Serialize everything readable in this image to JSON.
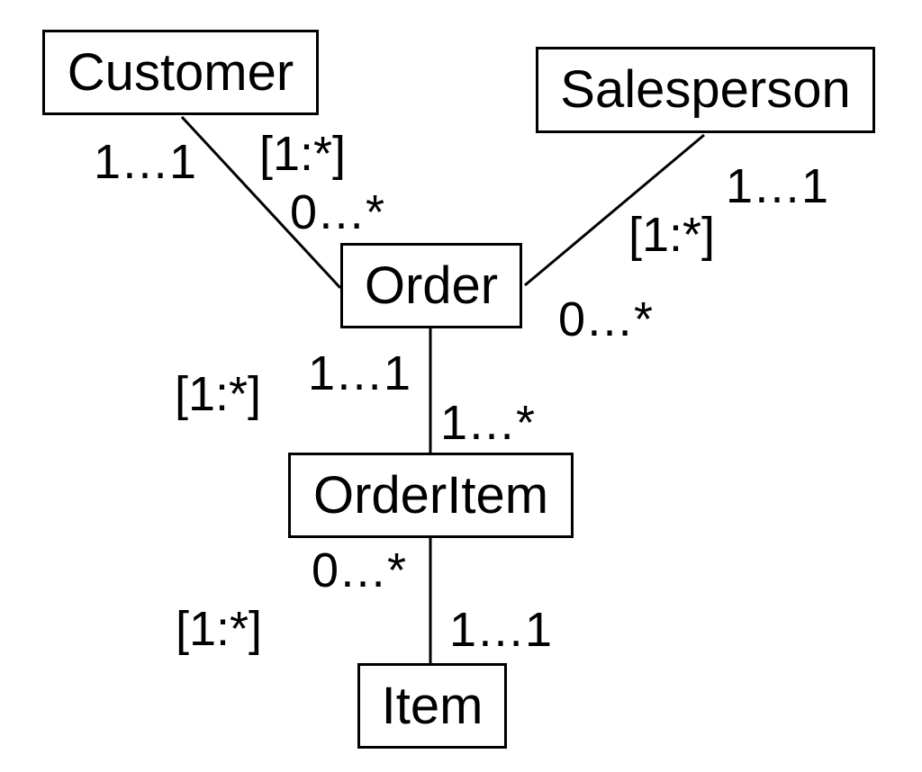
{
  "diagram": {
    "colors": {
      "stroke": "#000000",
      "text": "#000000",
      "background": "#ffffff"
    },
    "entities": {
      "customer": "Customer",
      "salesperson": "Salesperson",
      "order": "Order",
      "orderitem": "OrderItem",
      "item": "Item"
    },
    "associations": {
      "customer_order": {
        "source_mult": "1…1",
        "constraint": "[1:*]",
        "target_mult": "0…*"
      },
      "salesperson_order": {
        "source_mult": "1…1",
        "constraint": "[1:*]",
        "target_mult": "0…*"
      },
      "order_orderitem": {
        "source_mult": "1…1",
        "constraint": "[1:*]",
        "target_mult": "1…*"
      },
      "orderitem_item": {
        "source_mult": "0…*",
        "constraint": "[1:*]",
        "target_mult": "1…1"
      }
    }
  }
}
